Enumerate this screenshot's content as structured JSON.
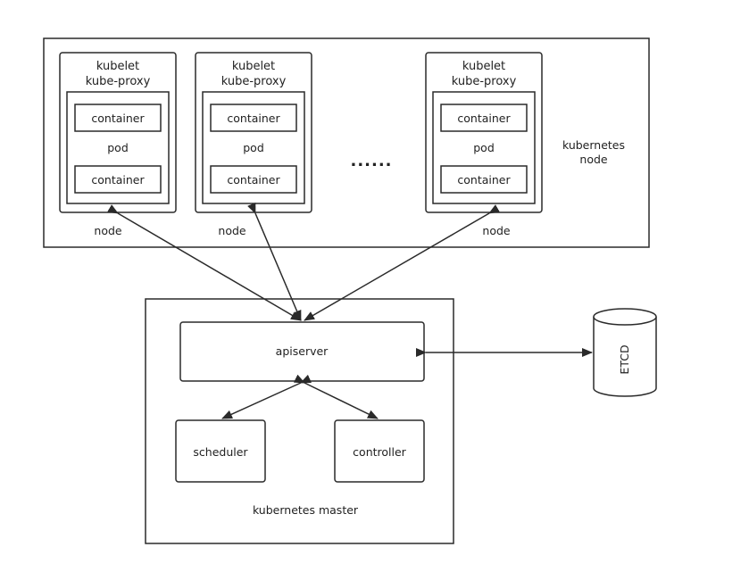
{
  "colors": {
    "stroke": "#2a2a2a",
    "text": "#222222",
    "background": "#ffffff"
  },
  "node_cluster": {
    "label_line1": "kubernetes",
    "label_line2": "node",
    "ellipsis": "......",
    "nodes": [
      {
        "agent_line1": "kubelet",
        "agent_line2": "kube-proxy",
        "container_top": "container",
        "pod_label": "pod",
        "container_bottom": "container",
        "node_label": "node"
      },
      {
        "agent_line1": "kubelet",
        "agent_line2": "kube-proxy",
        "container_top": "container",
        "pod_label": "pod",
        "container_bottom": "container",
        "node_label": "node"
      },
      {
        "agent_line1": "kubelet",
        "agent_line2": "kube-proxy",
        "container_top": "container",
        "pod_label": "pod",
        "container_bottom": "container",
        "node_label": "node"
      }
    ]
  },
  "master": {
    "label": "kubernetes master",
    "apiserver": "apiserver",
    "scheduler": "scheduler",
    "controller": "controller"
  },
  "etcd": {
    "label": "ETCD"
  }
}
